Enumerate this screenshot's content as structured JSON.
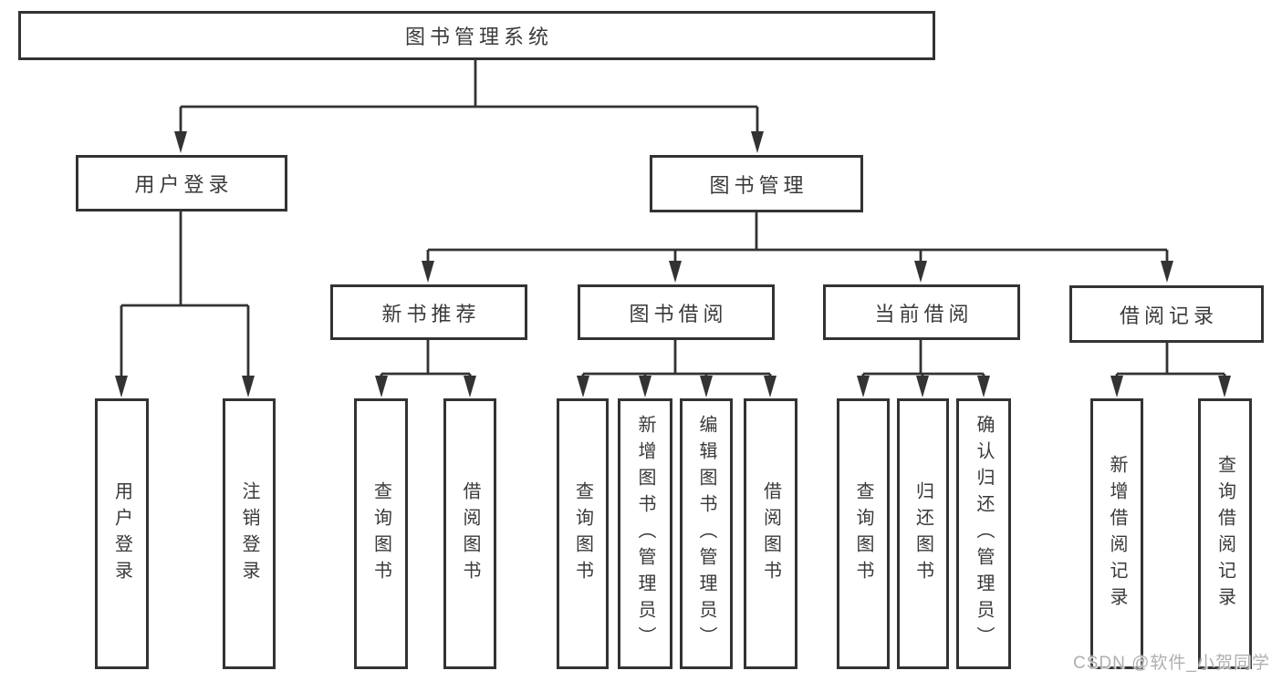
{
  "diagram": {
    "type": "functional-structure-tree",
    "tree": {
      "root": {
        "label": "图书管理系统",
        "children": [
          {
            "label": "用户登录",
            "children": [
              {
                "label": "用户登录"
              },
              {
                "label": "注销登录"
              }
            ]
          },
          {
            "label": "图书管理",
            "children": [
              {
                "label": "新书推荐",
                "children": [
                  {
                    "label": "查询图书"
                  },
                  {
                    "label": "借阅图书"
                  }
                ]
              },
              {
                "label": "图书借阅",
                "children": [
                  {
                    "label": "查询图书"
                  },
                  {
                    "label": "新增图书（管理员）"
                  },
                  {
                    "label": "编辑图书（管理员）"
                  },
                  {
                    "label": "借阅图书"
                  }
                ]
              },
              {
                "label": "当前借阅",
                "children": [
                  {
                    "label": "查询图书"
                  },
                  {
                    "label": "归还图书"
                  },
                  {
                    "label": "确认归还（管理员）"
                  }
                ]
              },
              {
                "label": "借阅记录",
                "children": [
                  {
                    "label": "新增借阅记录"
                  },
                  {
                    "label": "查询借阅记录"
                  }
                ]
              }
            ]
          }
        ]
      }
    },
    "colors": {
      "line": "#333333",
      "box_border": "#333333",
      "text": "#3a3a3a",
      "background": "#ffffff",
      "watermark": "#a8a8a8"
    }
  },
  "watermark": "CSDN @软件_小贺同学"
}
